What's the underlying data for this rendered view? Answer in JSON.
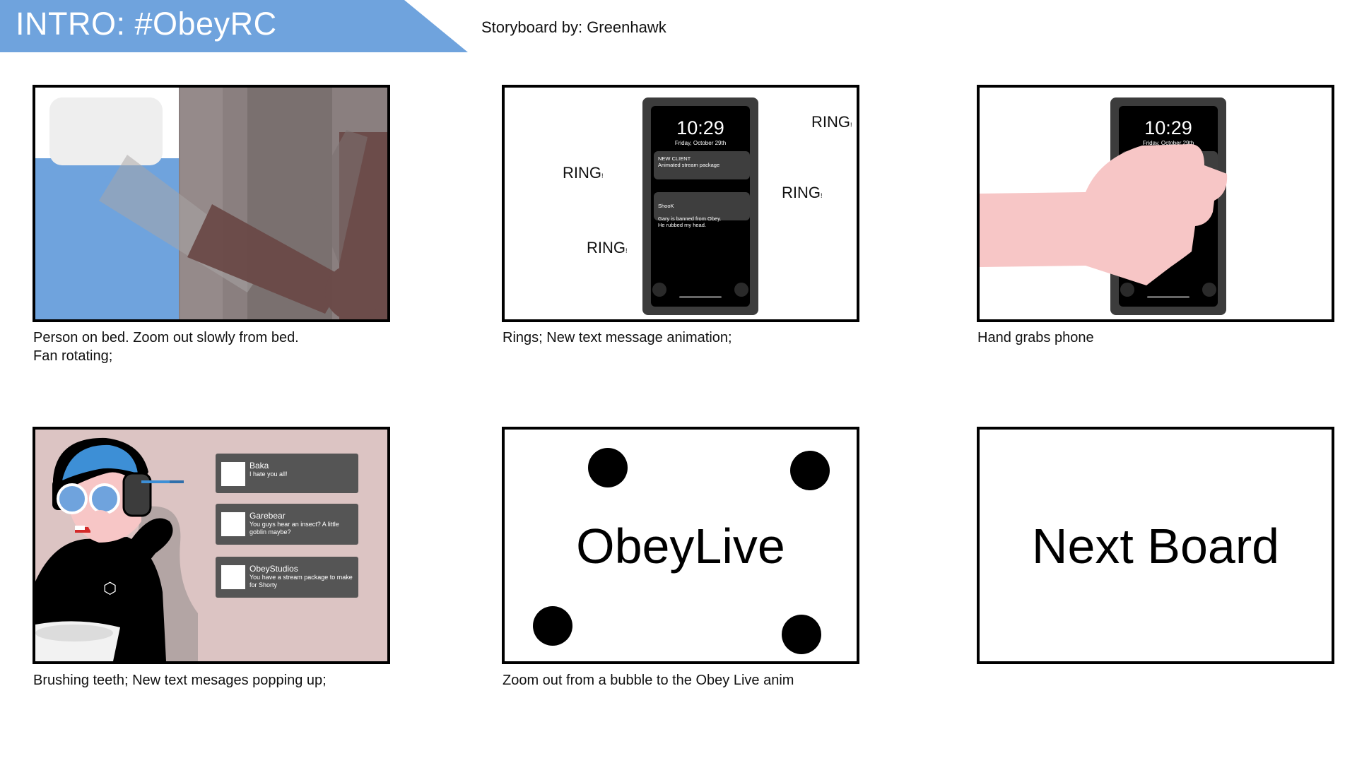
{
  "header": {
    "title": "INTRO: #ObeyRC",
    "credit": "Storyboard by: Greenhawk"
  },
  "panels": [
    {
      "caption": "Person on bed. Zoom out slowly from bed.\nFan rotating;"
    },
    {
      "caption": "Rings; New text message animation;",
      "phone": {
        "time": "10:29",
        "date": "Friday, October 29th",
        "notifications": [
          {
            "title": "NEW CLIENT",
            "body": "Animated stream package"
          },
          {
            "title": "ShooK",
            "body": "Gary is banned from Obey.\nHe rubbed my head."
          }
        ]
      },
      "ring_label": "RING",
      "ring_suffix": "!"
    },
    {
      "caption": "Hand grabs phone",
      "phone": {
        "time": "10:29",
        "date": "Friday, October 29th"
      }
    },
    {
      "caption": "Brushing teeth; New text mesages popping up;",
      "messages": [
        {
          "name": "Baka",
          "text": "I hate you all!"
        },
        {
          "name": "Garebear",
          "text": "You guys hear an insect? A little goblin maybe?"
        },
        {
          "name": "ObeyStudios",
          "text": "You have a stream package to make for Shorty"
        }
      ]
    },
    {
      "caption": "Zoom out from a bubble to the Obey Live anim",
      "title": "ObeyLive"
    },
    {
      "caption": "",
      "title": "Next Board"
    }
  ],
  "colors": {
    "banner": "#6fa3dd",
    "bed_blue": "#6fa3dd",
    "fan_brown": "#6b4a48",
    "wall_grey": "#8a7f7f",
    "bathroom_pink": "#dcc4c3",
    "skin": "#f7c6c6",
    "hair_blue": "#3d8fd6",
    "phone_body": "#3c3c3c",
    "notification_grey": "#3e3e3e",
    "message_grey": "#555555"
  },
  "icons": [
    "bed-illustration",
    "fan-illustration",
    "phone-illustration",
    "hand-illustration",
    "character-illustration",
    "headphones-icon",
    "sunglasses-icon"
  ]
}
